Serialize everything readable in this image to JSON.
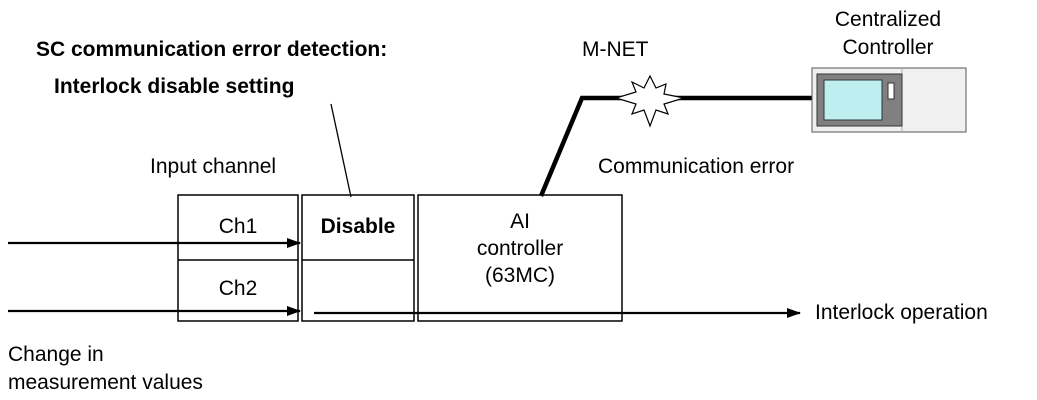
{
  "title": {
    "line1": "SC communication error detection:",
    "line2": "Interlock disable setting"
  },
  "labels": {
    "input_channel": "Input channel",
    "mnet": "M-NET",
    "communication_error": "Communication error",
    "interlock_operation": "Interlock operation",
    "change_line1": "Change in",
    "change_line2": "measurement values"
  },
  "channels": [
    "Ch1",
    "Ch2"
  ],
  "disable_label": "Disable",
  "ai_controller": {
    "line1": "AI",
    "line2": "controller",
    "line3": "(63MC)"
  },
  "centralized_controller": {
    "line1": "Centralized",
    "line2": "Controller"
  },
  "colors": {
    "screen": "#bdeff0",
    "device_body": "#f0f0f0",
    "screen_frame": "#808080"
  }
}
